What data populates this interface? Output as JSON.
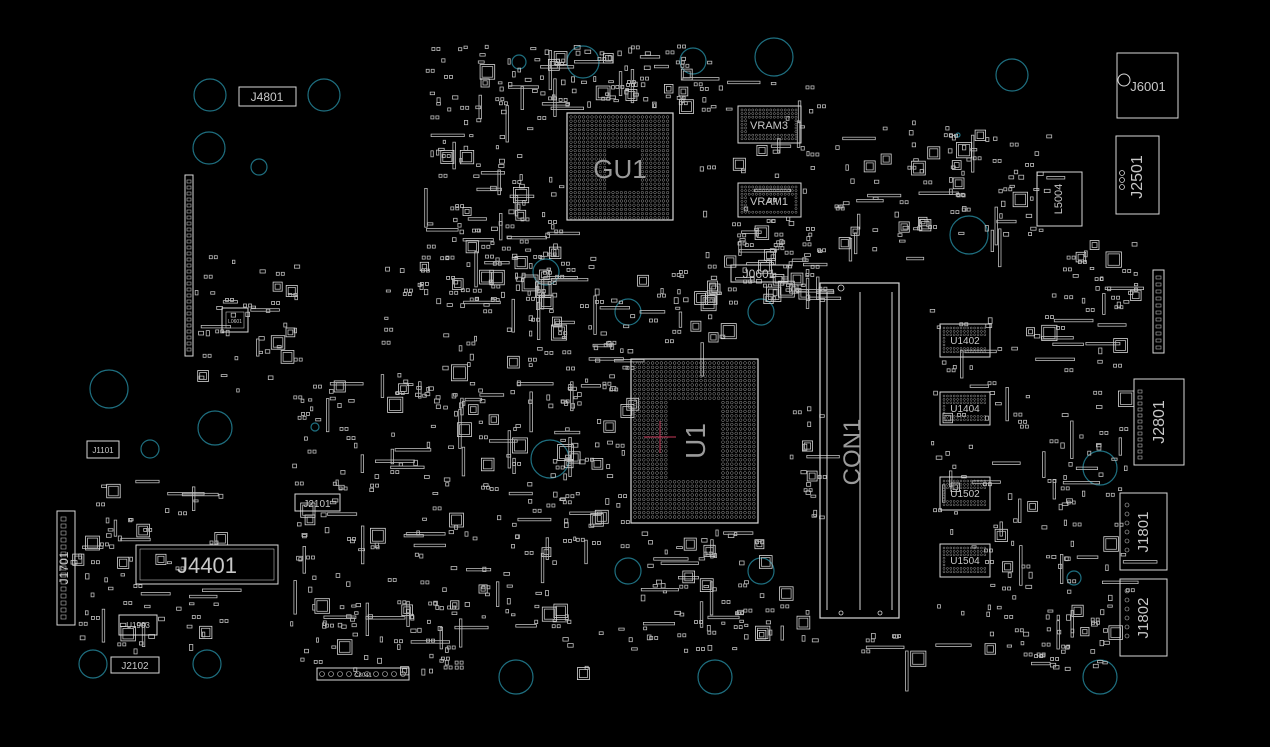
{
  "colors": {
    "background": "#000000",
    "outline": "#d8d8d8",
    "pad": "#bdbdbd",
    "hole": "#1e6f80",
    "label": "#c8c8c8",
    "accent": "#c83a5a"
  },
  "labels": {
    "j4801": "J4801",
    "j6001": "J6001",
    "j2501": "J2501",
    "l5004": "L5004",
    "gu1": "GU1",
    "vram3": "VRAM3",
    "vram1": "VRAM1",
    "j0601": "J0601",
    "u1": "U1",
    "con1": "CON1",
    "u1402": "U1402",
    "u1404": "U1404",
    "u1502": "U1502",
    "u1504": "U1504",
    "j2801": "J2801",
    "j1801": "J1801",
    "j1802": "J1802",
    "j1101": "J1101",
    "j2101": "J2101",
    "j4401": "J4401",
    "j1701": "J1701",
    "u1903": "U1903",
    "j2102": "J2102",
    "l0601": "L0601",
    "c8041": "C8041"
  }
}
